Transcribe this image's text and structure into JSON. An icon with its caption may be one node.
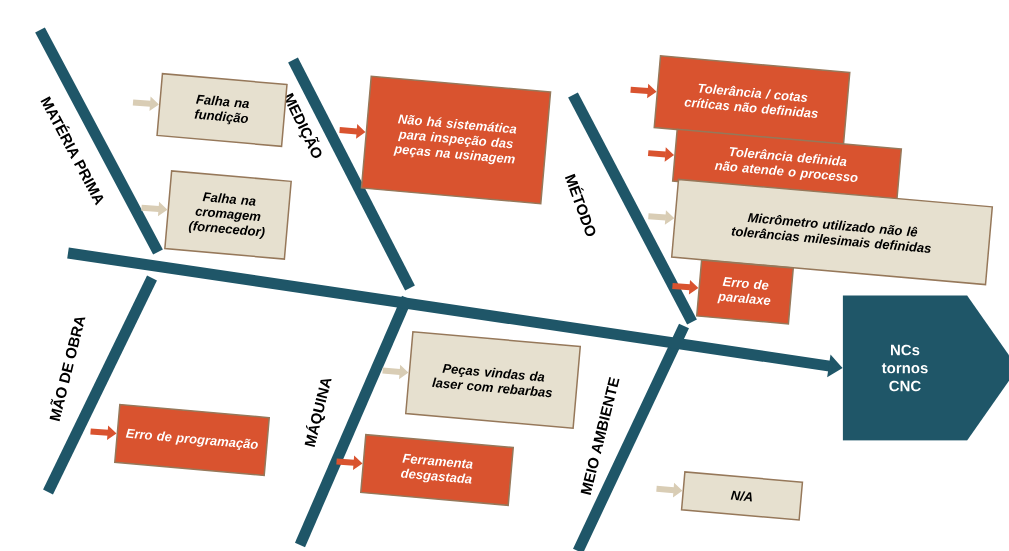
{
  "diagram": {
    "nodes": [
      {
        "text": [
          "Falha na fundição"
        ]
      },
      {
        "text": [
          "Falha na cromagem (fornecedor)"
        ]
      },
      {
        "text": [
          "Não há sistemática para inspeção das peças na usinagem"
        ]
      },
      {
        "text": [
          "Tolerância / cotas críticas não definidas"
        ]
      },
      {
        "text": [
          "Tolerância definida não atende o processo"
        ]
      },
      {
        "text": [
          "Micrômetro utilizado não lê tolerâncias milesimais definidas"
        ]
      },
      {
        "text": [
          "Erro de paralaxe"
        ]
      },
      {
        "text": [
          "NCs tornos CNC"
        ]
      },
      {
        "text": [
          "Peças vindas da laser com rebarbas"
        ]
      },
      {
        "text": [
          "Erro de programação"
        ]
      },
      {
        "text": [
          "Ferramenta desgastada"
        ]
      },
      {
        "text": [
          "N/A"
        ]
      }
    ],
    "edges": [
      {
        "from": null,
        "to": 0,
        "arrow": "to",
        "color": "#d9cdb5"
      },
      {
        "from": null,
        "to": 1,
        "arrow": "to",
        "color": "#d9cdb5"
      },
      {
        "from": null,
        "to": 2,
        "arrow": "to"
      },
      {
        "from": null,
        "to": 3,
        "arrow": "to"
      },
      {
        "from": null,
        "to": 4,
        "arrow": "to"
      },
      {
        "from": null,
        "to": 5,
        "arrow": "to",
        "color": "#d9cdb5"
      },
      {
        "from": null,
        "to": 6,
        "arrow": "to"
      },
      {
        "from": null,
        "to": 8,
        "arrow": "to",
        "color": "#d9cdb5"
      },
      {
        "from": null,
        "to": 9,
        "arrow": "to"
      },
      {
        "from": null,
        "to": 10,
        "arrow": "to"
      },
      {
        "from": null,
        "to": 11,
        "arrow": "to",
        "color": "#d9cdb5"
      },
      {
        "from": null,
        "to": 7,
        "arrow": "to",
        "style": "thick",
        "color": "#1f5668"
      }
    ],
    "labels": [
      "MATÉRIA PRIMA",
      "MEDIÇÃO",
      "MÉTODO",
      "MÃO DE OBRA",
      "MÁQUINA",
      "MEIO AMBIENTE"
    ]
  }
}
